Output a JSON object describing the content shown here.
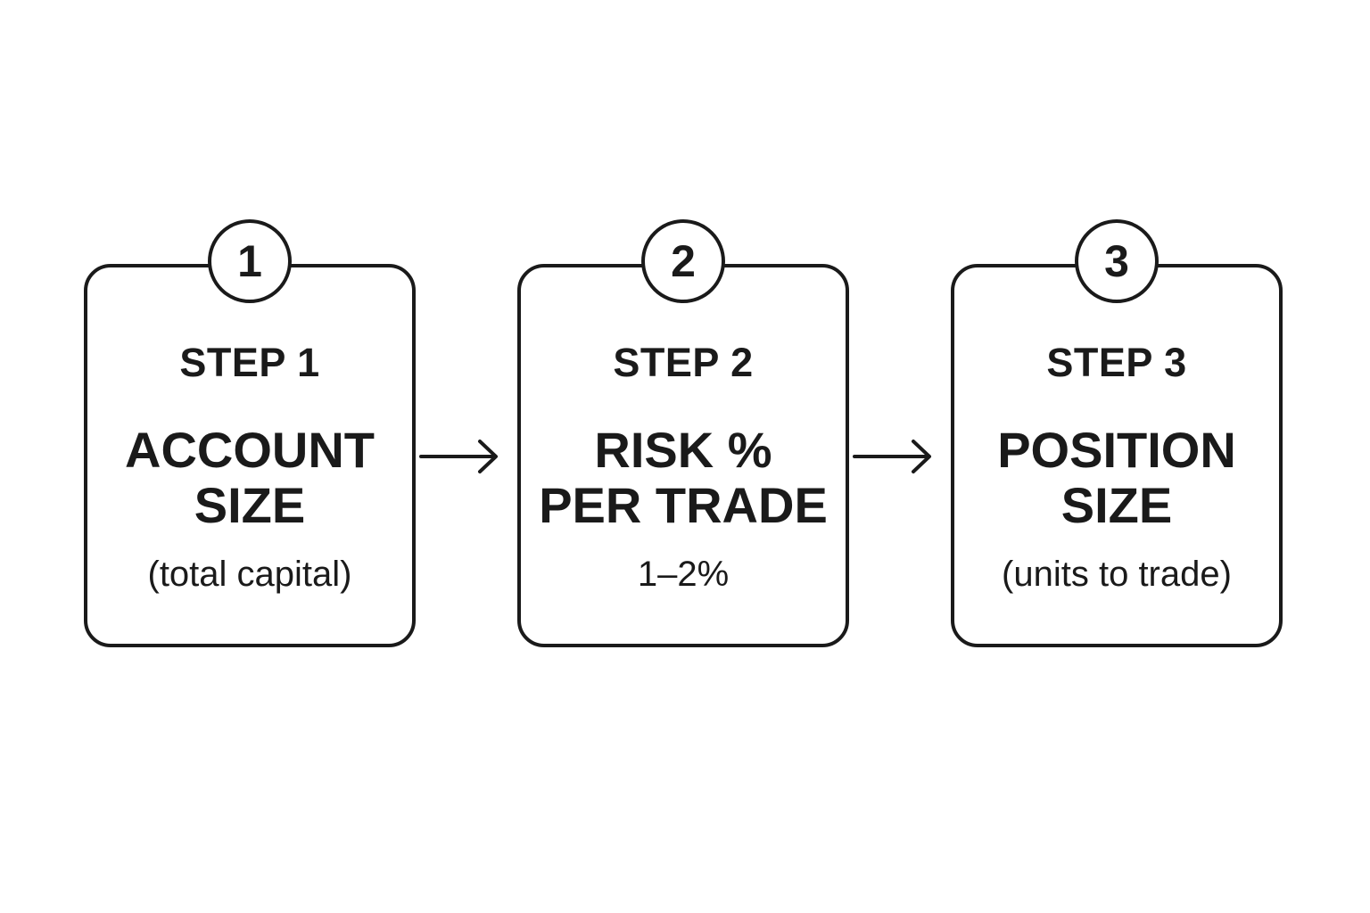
{
  "steps": [
    {
      "badge": "1",
      "label": "STEP 1",
      "title_lines": [
        "ACCOUNT",
        "SIZE"
      ],
      "note": "(total capital)"
    },
    {
      "badge": "2",
      "label": "STEP 2",
      "title_lines": [
        "RISK %",
        "PER TRADE"
      ],
      "note": "1–2%"
    },
    {
      "badge": "3",
      "label": "STEP 3",
      "title_lines": [
        "POSITION",
        "SIZE"
      ],
      "note": "(units to trade)"
    }
  ],
  "colors": {
    "stroke": "#1a1a1a",
    "background": "#ffffff"
  }
}
